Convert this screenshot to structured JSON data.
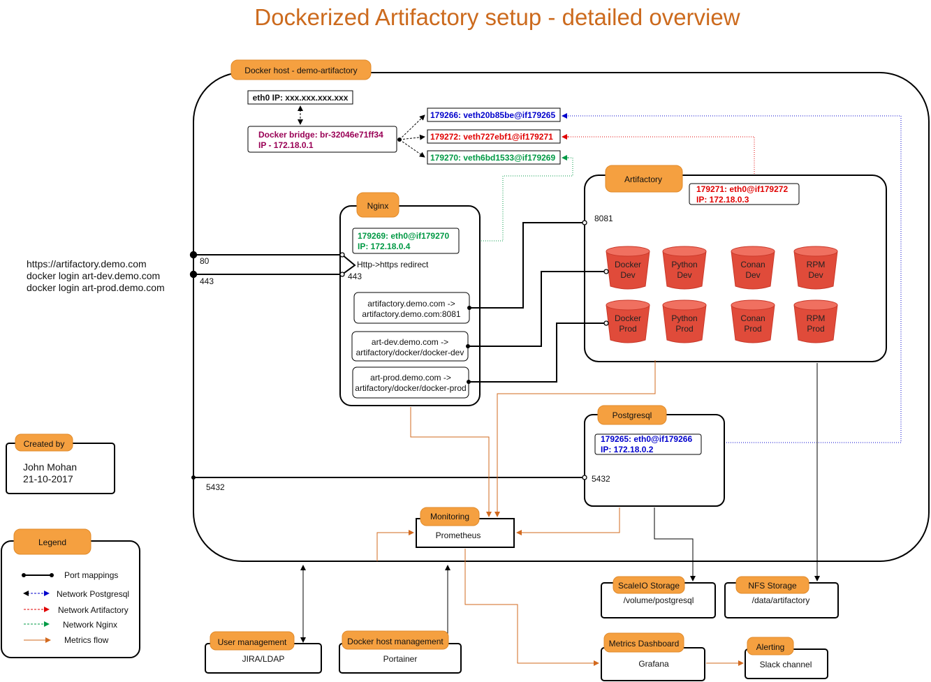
{
  "title": "Dockerized Artifactory setup - detailed overview",
  "colors": {
    "accent_orange": "#f5a040",
    "title_orange": "#cc6a1d",
    "postgres_blue": "#0000cc",
    "artifactory_red": "#e00000",
    "nginx_green": "#009944",
    "bridge_maroon": "#990055",
    "metrics_orange": "#d2691e",
    "bucket_red": "#e04b3a"
  },
  "docker_host": {
    "label": "Docker host - demo-artifactory",
    "eth0": "eth0 IP: xxx.xxx.xxx.xxx",
    "bridge_line1": "Docker bridge: br-32046e71ff34",
    "bridge_line2": "IP - 172.18.0.1",
    "veth_postgres": "179266: veth20b85be@if179265",
    "veth_artifactory": "179272: veth727ebf1@if179271",
    "veth_nginx": "179270: veth6bd1533@if179269"
  },
  "urls": [
    "https://artifactory.demo.com",
    "docker login art-dev.demo.com",
    "docker login art-prod.demo.com"
  ],
  "ports": {
    "p80": "80",
    "p443": "443",
    "nginx443": "443",
    "p8081": "8081",
    "p5432_host": "5432",
    "p5432_pg": "5432"
  },
  "nginx": {
    "label": "Nginx",
    "iface_line1": "179269: eth0@if179270",
    "iface_line2": "IP: 172.18.0.4",
    "redirect": "Http->https redirect",
    "routes": [
      {
        "line1": "artifactory.demo.com ->",
        "line2": "artifactory.demo.com:8081"
      },
      {
        "line1": "art-dev.demo.com ->",
        "line2": "artifactory/docker/docker-dev"
      },
      {
        "line1": "art-prod.demo.com ->",
        "line2": "artifactory/docker/docker-prod"
      }
    ]
  },
  "artifactory": {
    "label": "Artifactory",
    "iface_line1": "179271: eth0@if179272",
    "iface_line2": "IP: 172.18.0.3",
    "repos": [
      {
        "line1": "Docker",
        "line2": "Dev"
      },
      {
        "line1": "Python",
        "line2": "Dev"
      },
      {
        "line1": "Conan",
        "line2": "Dev"
      },
      {
        "line1": "RPM",
        "line2": "Dev"
      },
      {
        "line1": "Docker",
        "line2": "Prod"
      },
      {
        "line1": "Python",
        "line2": "Prod"
      },
      {
        "line1": "Conan",
        "line2": "Prod"
      },
      {
        "line1": "RPM",
        "line2": "Prod"
      }
    ]
  },
  "postgres": {
    "label": "Postgresql",
    "iface_line1": "179265: eth0@if179266",
    "iface_line2": "IP: 172.18.0.2"
  },
  "monitoring": {
    "label": "Monitoring",
    "body": "Prometheus"
  },
  "storage": [
    {
      "label": "ScaleIO Storage",
      "body": "/volume/postgresql"
    },
    {
      "label": "NFS Storage",
      "body": "/data/artifactory"
    }
  ],
  "bottom": [
    {
      "label": "User management",
      "body": "JIRA/LDAP"
    },
    {
      "label": "Docker host management",
      "body": "Portainer"
    },
    {
      "label": "Metrics Dashboard",
      "body": "Grafana"
    },
    {
      "label": "Alerting",
      "body": "Slack channel"
    }
  ],
  "created_by": {
    "label": "Created by",
    "name": "John Mohan",
    "date": "21-10-2017"
  },
  "legend": {
    "label": "Legend",
    "items": [
      "Port mappings",
      "Network Postgresql",
      "Network Artifactory",
      "Network Nginx",
      "Metrics flow"
    ]
  }
}
